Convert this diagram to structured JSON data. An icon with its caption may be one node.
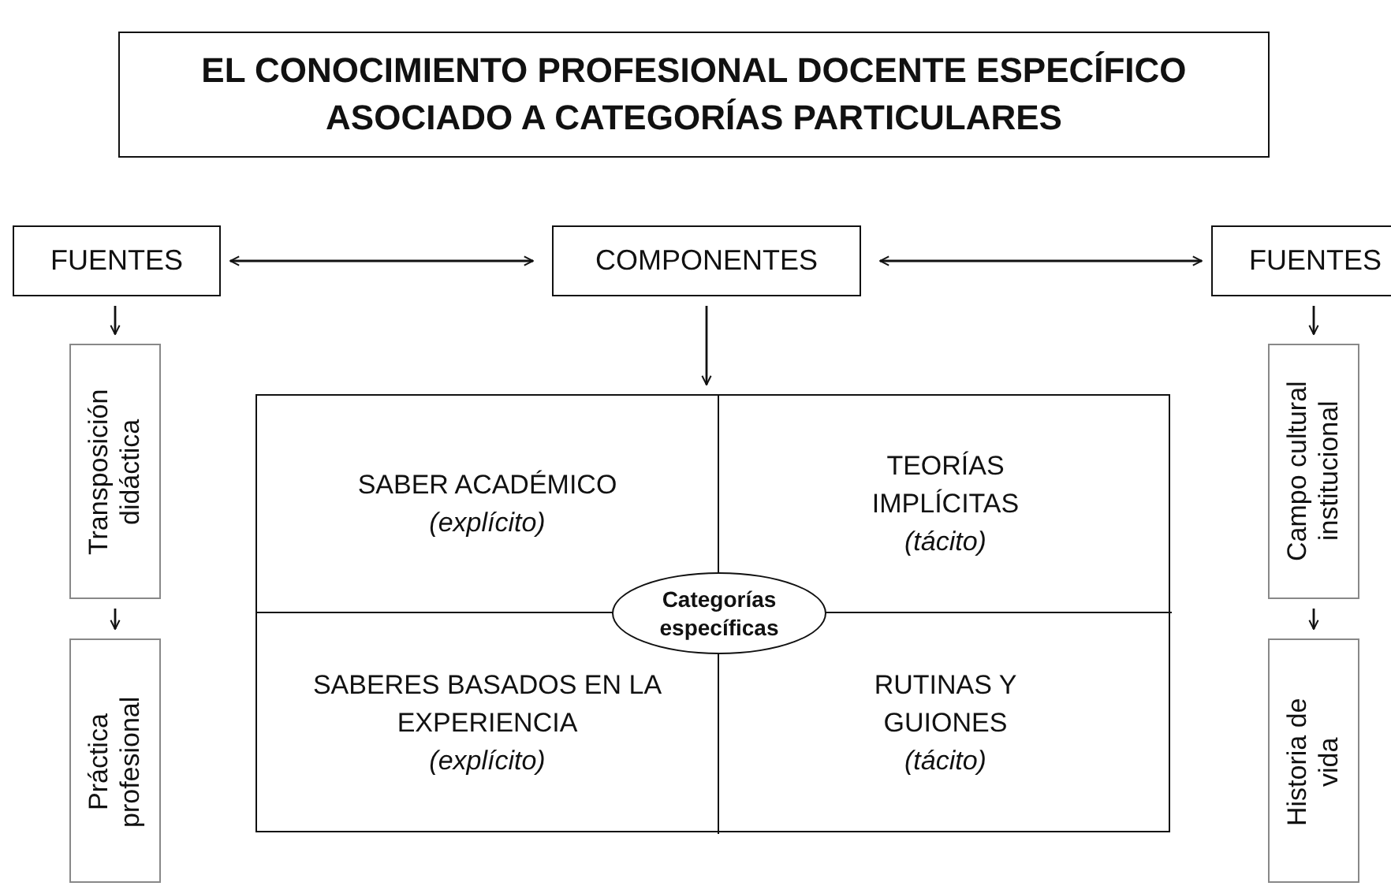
{
  "diagram": {
    "title": "EL CONOCIMIENTO PROFESIONAL DOCENTE ESPECÍFICO ASOCIADO A CATEGORÍAS PARTICULARES",
    "nodes": [
      {
        "text": [
          "FUENTES"
        ]
      },
      {
        "text": [
          "COMPONENTES"
        ]
      },
      {
        "text": [
          "FUENTES"
        ]
      },
      {
        "text": [
          "Transposición didáctica"
        ]
      },
      {
        "text": [
          "Práctica profesional"
        ]
      },
      {
        "text": [
          "Campo cultural institucional"
        ]
      },
      {
        "text": [
          "Historia de vida"
        ]
      },
      {
        "text": [],
        "shape": "box"
      },
      {
        "text": [
          "SABER ACADÉMICO",
          "(explícito)"
        ],
        "in": 7
      },
      {
        "text": [
          "TEORÍAS IMPLÍCITAS",
          "(tácito)"
        ],
        "in": 7
      },
      {
        "text": [
          "SABERES BASADOS EN LA EXPERIENCIA",
          "(explícito)"
        ],
        "in": 7
      },
      {
        "text": [
          "RUTINAS Y GUIONES",
          "(tácito)"
        ],
        "in": 7
      },
      {
        "text": [
          "Categorías específicas"
        ],
        "in": 7
      }
    ],
    "edges": [
      {
        "from": 1,
        "to": 0,
        "arrow": "both"
      },
      {
        "from": 1,
        "to": 2,
        "arrow": "both"
      },
      {
        "from": 0,
        "to": 3,
        "arrow": "to"
      },
      {
        "from": 3,
        "to": 4,
        "arrow": "to"
      },
      {
        "from": 2,
        "to": 5,
        "arrow": "to"
      },
      {
        "from": 5,
        "to": 6,
        "arrow": "to"
      },
      {
        "from": 1,
        "to": 7,
        "arrow": "to"
      }
    ]
  }
}
